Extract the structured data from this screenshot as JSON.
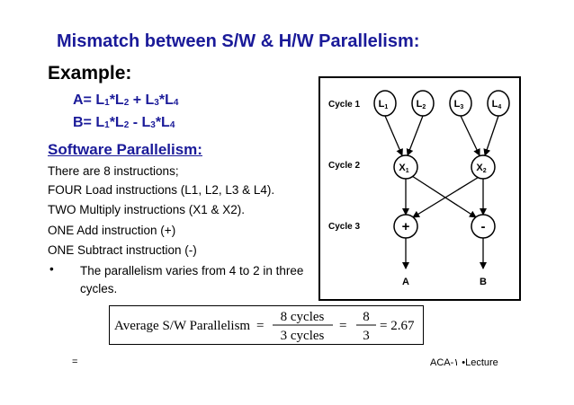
{
  "title": "Mismatch between S/W & H/W Parallelism:",
  "example_heading": "Example:",
  "equations": {
    "a": {
      "lhs": "A=",
      "t1": "L",
      "s1": "1",
      "op1": "*L",
      "s2": "2",
      "op2": " + L",
      "s3": "3",
      "op3": "*L",
      "s4": "4"
    },
    "b": {
      "lhs": "B=",
      "t1": "L",
      "s1": "1",
      "op1": "*L",
      "s2": "2",
      "op2": " - L",
      "s3": "3",
      "op3": "*L",
      "s4": "4"
    }
  },
  "software_heading": "Software Parallelism:",
  "lines": [
    "There are 8 instructions;",
    "FOUR  Load instructions (L1, L2, L3 & L4).",
    "TWO Multiply instructions (X1 & X2).",
    "ONE Add instruction (+)",
    "ONE Subtract instruction (-)"
  ],
  "bullet": "•",
  "bullet_text": "The parallelism varies from 4 to 2 in three cycles.",
  "diagram": {
    "cycles": [
      "Cycle 1",
      "Cycle 2",
      "Cycle 3"
    ],
    "loads": [
      {
        "name": "L",
        "sub": "1"
      },
      {
        "name": "L",
        "sub": "2"
      },
      {
        "name": "L",
        "sub": "3"
      },
      {
        "name": "L",
        "sub": "4"
      }
    ],
    "mults": [
      {
        "name": "X",
        "sub": "1"
      },
      {
        "name": "X",
        "sub": "2"
      }
    ],
    "ops": [
      "+",
      "-"
    ],
    "outputs": [
      "A",
      "B"
    ]
  },
  "formula": {
    "label": "Average S/W Parallelism",
    "eq1": "=",
    "num1": "8 cycles",
    "den1": "3 cycles",
    "eq2": "=",
    "num2": "8",
    "den2": "3",
    "result": "= 2.67"
  },
  "footer": {
    "left": "=",
    "right": "ACA-١ •Lecture"
  }
}
